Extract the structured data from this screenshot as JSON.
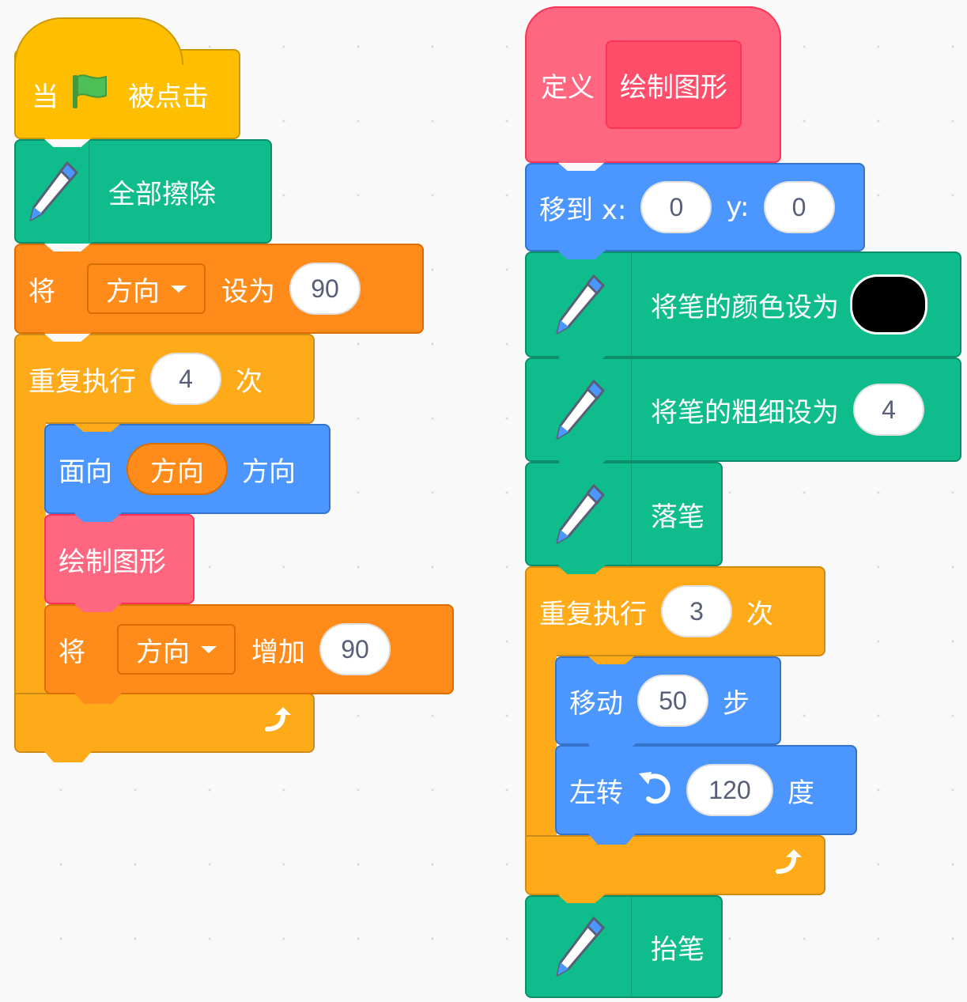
{
  "colors": {
    "events": "#ffbf00",
    "pen": "#0fbd8c",
    "variables": "#ff8c1a",
    "control": "#ffab19",
    "motion": "#4c97ff",
    "custom": "#ff6680",
    "pen_color_value": "#000000"
  },
  "script_left": {
    "hat": {
      "prefix": "当",
      "icon": "green-flag-icon",
      "suffix": "被点击"
    },
    "clear": {
      "icon": "pen-icon",
      "label": "全部擦除"
    },
    "set_var": {
      "label": "将",
      "var": "方向",
      "action": "设为",
      "value": "90"
    },
    "repeat": {
      "label": "重复执行",
      "count": "4",
      "suffix": "次",
      "loop_icon": "loop-arrow-icon"
    },
    "point": {
      "label": "面向",
      "reporter": "方向",
      "suffix": "方向"
    },
    "call": {
      "label": "绘制图形"
    },
    "change_var": {
      "label": "将",
      "var": "方向",
      "action": "增加",
      "value": "90"
    }
  },
  "script_right": {
    "define": {
      "label": "定义",
      "name": "绘制图形"
    },
    "goto": {
      "label": "移到 x:",
      "x": "0",
      "ylabel": "y:",
      "y": "0"
    },
    "set_color": {
      "icon": "pen-icon",
      "label": "将笔的颜色设为"
    },
    "set_size": {
      "icon": "pen-icon",
      "label": "将笔的粗细设为",
      "value": "4"
    },
    "pen_down": {
      "icon": "pen-icon",
      "label": "落笔"
    },
    "repeat": {
      "label": "重复执行",
      "count": "3",
      "suffix": "次",
      "loop_icon": "loop-arrow-icon"
    },
    "move": {
      "label": "移动",
      "steps": "50",
      "suffix": "步"
    },
    "turn": {
      "label": "左转",
      "icon": "rotate-left-icon",
      "degrees": "120",
      "suffix": "度"
    },
    "pen_up": {
      "icon": "pen-icon",
      "label": "抬笔"
    }
  }
}
